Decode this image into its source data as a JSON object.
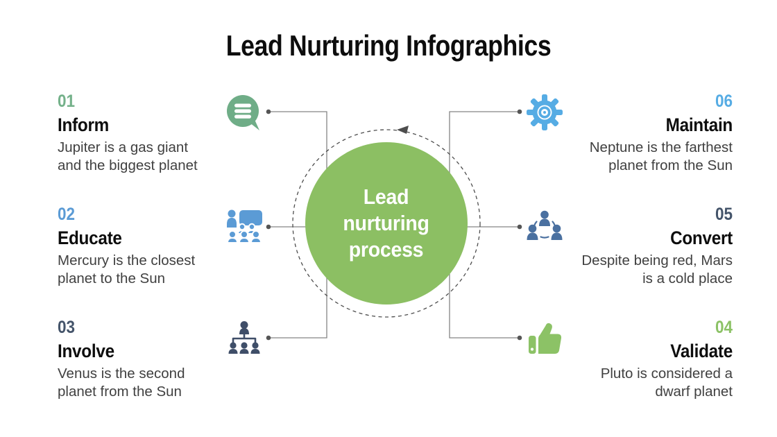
{
  "title": "Lead Nurturing Infographics",
  "center_circle": {
    "line1": "Lead",
    "line2": "nurturing",
    "line3": "process",
    "bg_color": "#8cbf63",
    "text_color": "#ffffff"
  },
  "items_left": [
    {
      "number": "01",
      "number_color": "#74b18a",
      "title": "Inform",
      "desc1": "Jupiter is a gas giant",
      "desc2": "and the biggest planet",
      "icon": "chat-bubble-icon",
      "icon_color": "#6fad87"
    },
    {
      "number": "02",
      "number_color": "#5b9bd5",
      "title": "Educate",
      "desc1": "Mercury is the closest",
      "desc2": "planet to the Sun",
      "icon": "presentation-icon",
      "icon_color": "#5b9bd5"
    },
    {
      "number": "03",
      "number_color": "#44546a",
      "title": "Involve",
      "desc1": "Venus is the second",
      "desc2": "planet from the Sun",
      "icon": "org-chart-icon",
      "icon_color": "#3f4e68"
    }
  ],
  "items_right": [
    {
      "number": "06",
      "number_color": "#56ace4",
      "title": "Maintain",
      "desc1": "Neptune is the farthest",
      "desc2": "planet from the Sun",
      "icon": "gear-icon",
      "icon_color": "#56ace4"
    },
    {
      "number": "05",
      "number_color": "#44546a",
      "title": "Convert",
      "desc1": "Despite being red, Mars",
      "desc2": "is a cold place",
      "icon": "team-circle-icon",
      "icon_color": "#4a70a0"
    },
    {
      "number": "04",
      "number_color": "#8cc266",
      "title": "Validate",
      "desc1": "Pluto is considered a",
      "desc2": "dwarf planet",
      "icon": "thumbs-up-icon",
      "icon_color": "#8cc266"
    }
  ],
  "colors": {
    "background": "#ffffff",
    "title_text": "#0d0d0d",
    "body_text": "#404040",
    "connector_line": "#848484",
    "connector_dot": "#555555",
    "dashed_ring": "#4d4d4d"
  }
}
